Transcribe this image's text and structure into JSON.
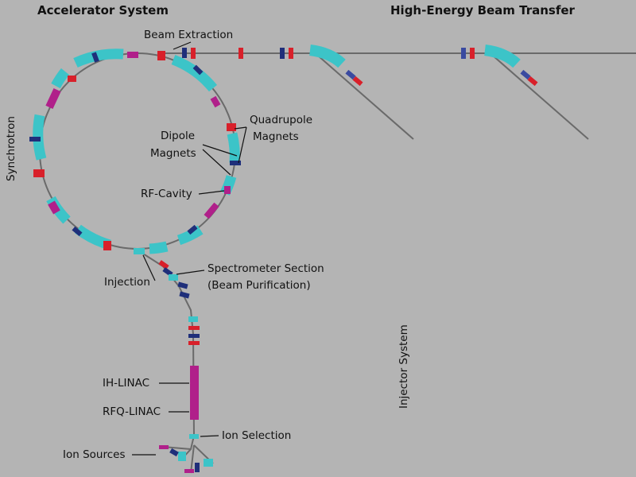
{
  "titles": {
    "accelerator_system": "Accelerator System",
    "high_energy_beam_transfer": "High-Energy Beam Transfer",
    "synchrotron": "Synchrotron",
    "injector_system": "Injector System"
  },
  "labels": {
    "beam_extraction": "Beam Extraction",
    "dipole_magnets_1": "Dipole",
    "dipole_magnets_2": "Magnets",
    "quadrupole_magnets_1": "Quadrupole",
    "quadrupole_magnets_2": "Magnets",
    "rf_cavity": "RF-Cavity",
    "injection": "Injection",
    "spectrometer_1": "Spectrometer Section",
    "spectrometer_2": "(Beam Purification)",
    "ih_linac": "IH-LINAC",
    "rfq_linac": "RFQ-LINAC",
    "ion_selection": "Ion Selection",
    "ion_sources": "Ion Sources"
  },
  "colors": {
    "background": "#b4b4b4",
    "beamline": "#6a6a6a",
    "dipole": "#3cc4c8",
    "dipole_edge": "#1f8f96",
    "quadrupole_red": "#d8202a",
    "quadrupole_blue": "#1f2f7a",
    "cavity_magenta": "#b0208a",
    "leader": "#111111"
  }
}
